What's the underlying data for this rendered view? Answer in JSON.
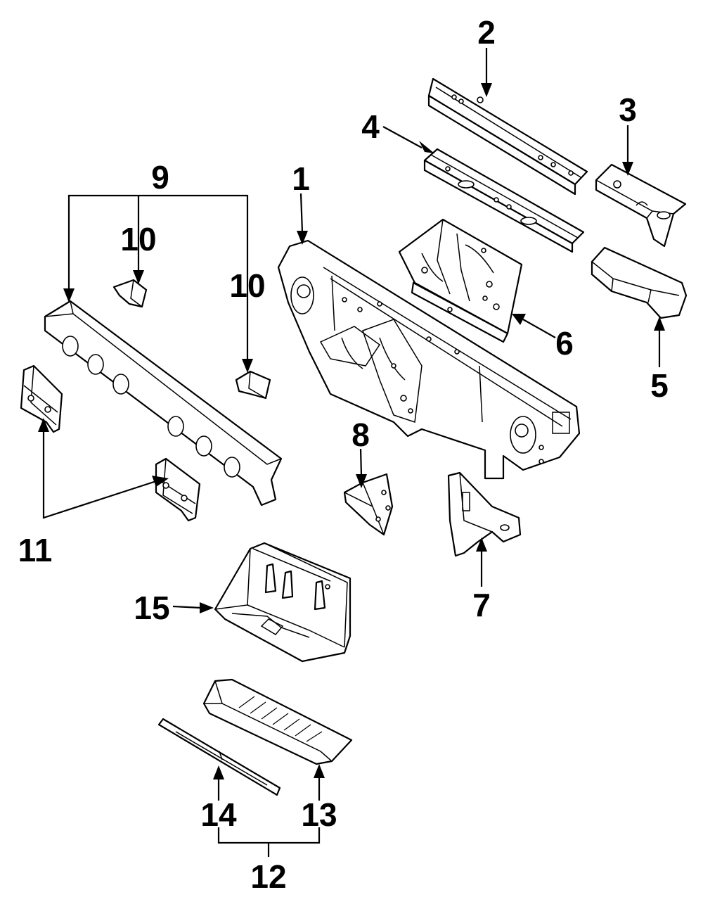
{
  "callouts": [
    {
      "id": "1",
      "label": "1"
    },
    {
      "id": "2",
      "label": "2"
    },
    {
      "id": "3",
      "label": "3"
    },
    {
      "id": "4",
      "label": "4"
    },
    {
      "id": "5",
      "label": "5"
    },
    {
      "id": "6",
      "label": "6"
    },
    {
      "id": "7",
      "label": "7"
    },
    {
      "id": "8",
      "label": "8"
    },
    {
      "id": "9",
      "label": "9"
    },
    {
      "id": "10a",
      "label": "10"
    },
    {
      "id": "10b",
      "label": "10"
    },
    {
      "id": "11",
      "label": "11"
    },
    {
      "id": "12",
      "label": "12"
    },
    {
      "id": "13",
      "label": "13"
    },
    {
      "id": "14",
      "label": "14"
    },
    {
      "id": "15",
      "label": "15"
    }
  ]
}
